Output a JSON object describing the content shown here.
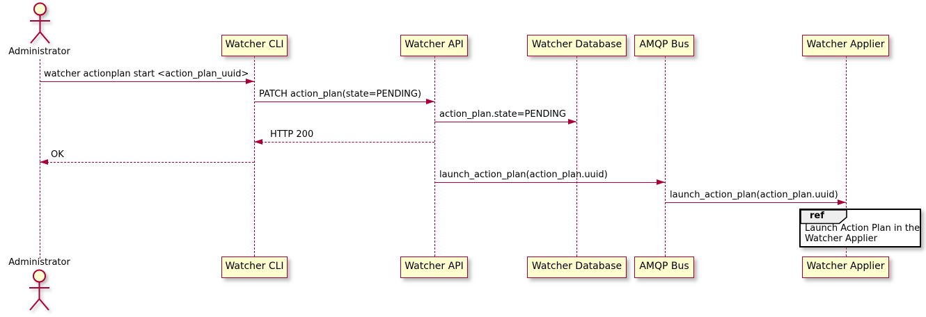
{
  "diagram_type": "uml-sequence",
  "colors": {
    "line": "#A80036",
    "participant_fill": "#FEFECE",
    "participant_border": "#A80036",
    "text": "#000000",
    "ref_header_fill": "#EEEEEE",
    "ref_border": "#000000",
    "background": "#FFFFFF"
  },
  "actor": {
    "label": "Administrator"
  },
  "participants": [
    {
      "label": "Watcher CLI"
    },
    {
      "label": "Watcher API"
    },
    {
      "label": "Watcher Database"
    },
    {
      "label": "AMQP Bus"
    },
    {
      "label": "Watcher Applier"
    }
  ],
  "messages": [
    {
      "label": "watcher actionplan start <action_plan_uuid>",
      "from": "Administrator",
      "to": "Watcher CLI",
      "type": "solid"
    },
    {
      "label": "PATCH action_plan(state=PENDING)",
      "from": "Watcher CLI",
      "to": "Watcher API",
      "type": "solid"
    },
    {
      "label": "action_plan.state=PENDING",
      "from": "Watcher API",
      "to": "Watcher Database",
      "type": "solid"
    },
    {
      "label": "HTTP 200",
      "from": "Watcher API",
      "to": "Watcher CLI",
      "type": "dashed-return"
    },
    {
      "label": "OK",
      "from": "Watcher CLI",
      "to": "Administrator",
      "type": "dashed-return"
    },
    {
      "label": "launch_action_plan(action_plan.uuid)",
      "from": "Watcher API",
      "to": "AMQP Bus",
      "type": "solid"
    },
    {
      "label": "launch_action_plan(action_plan.uuid)",
      "from": "AMQP Bus",
      "to": "Watcher Applier",
      "type": "solid"
    }
  ],
  "ref": {
    "keyword": "ref",
    "lines": [
      "Launch Action Plan in the",
      "Watcher Applier"
    ]
  }
}
